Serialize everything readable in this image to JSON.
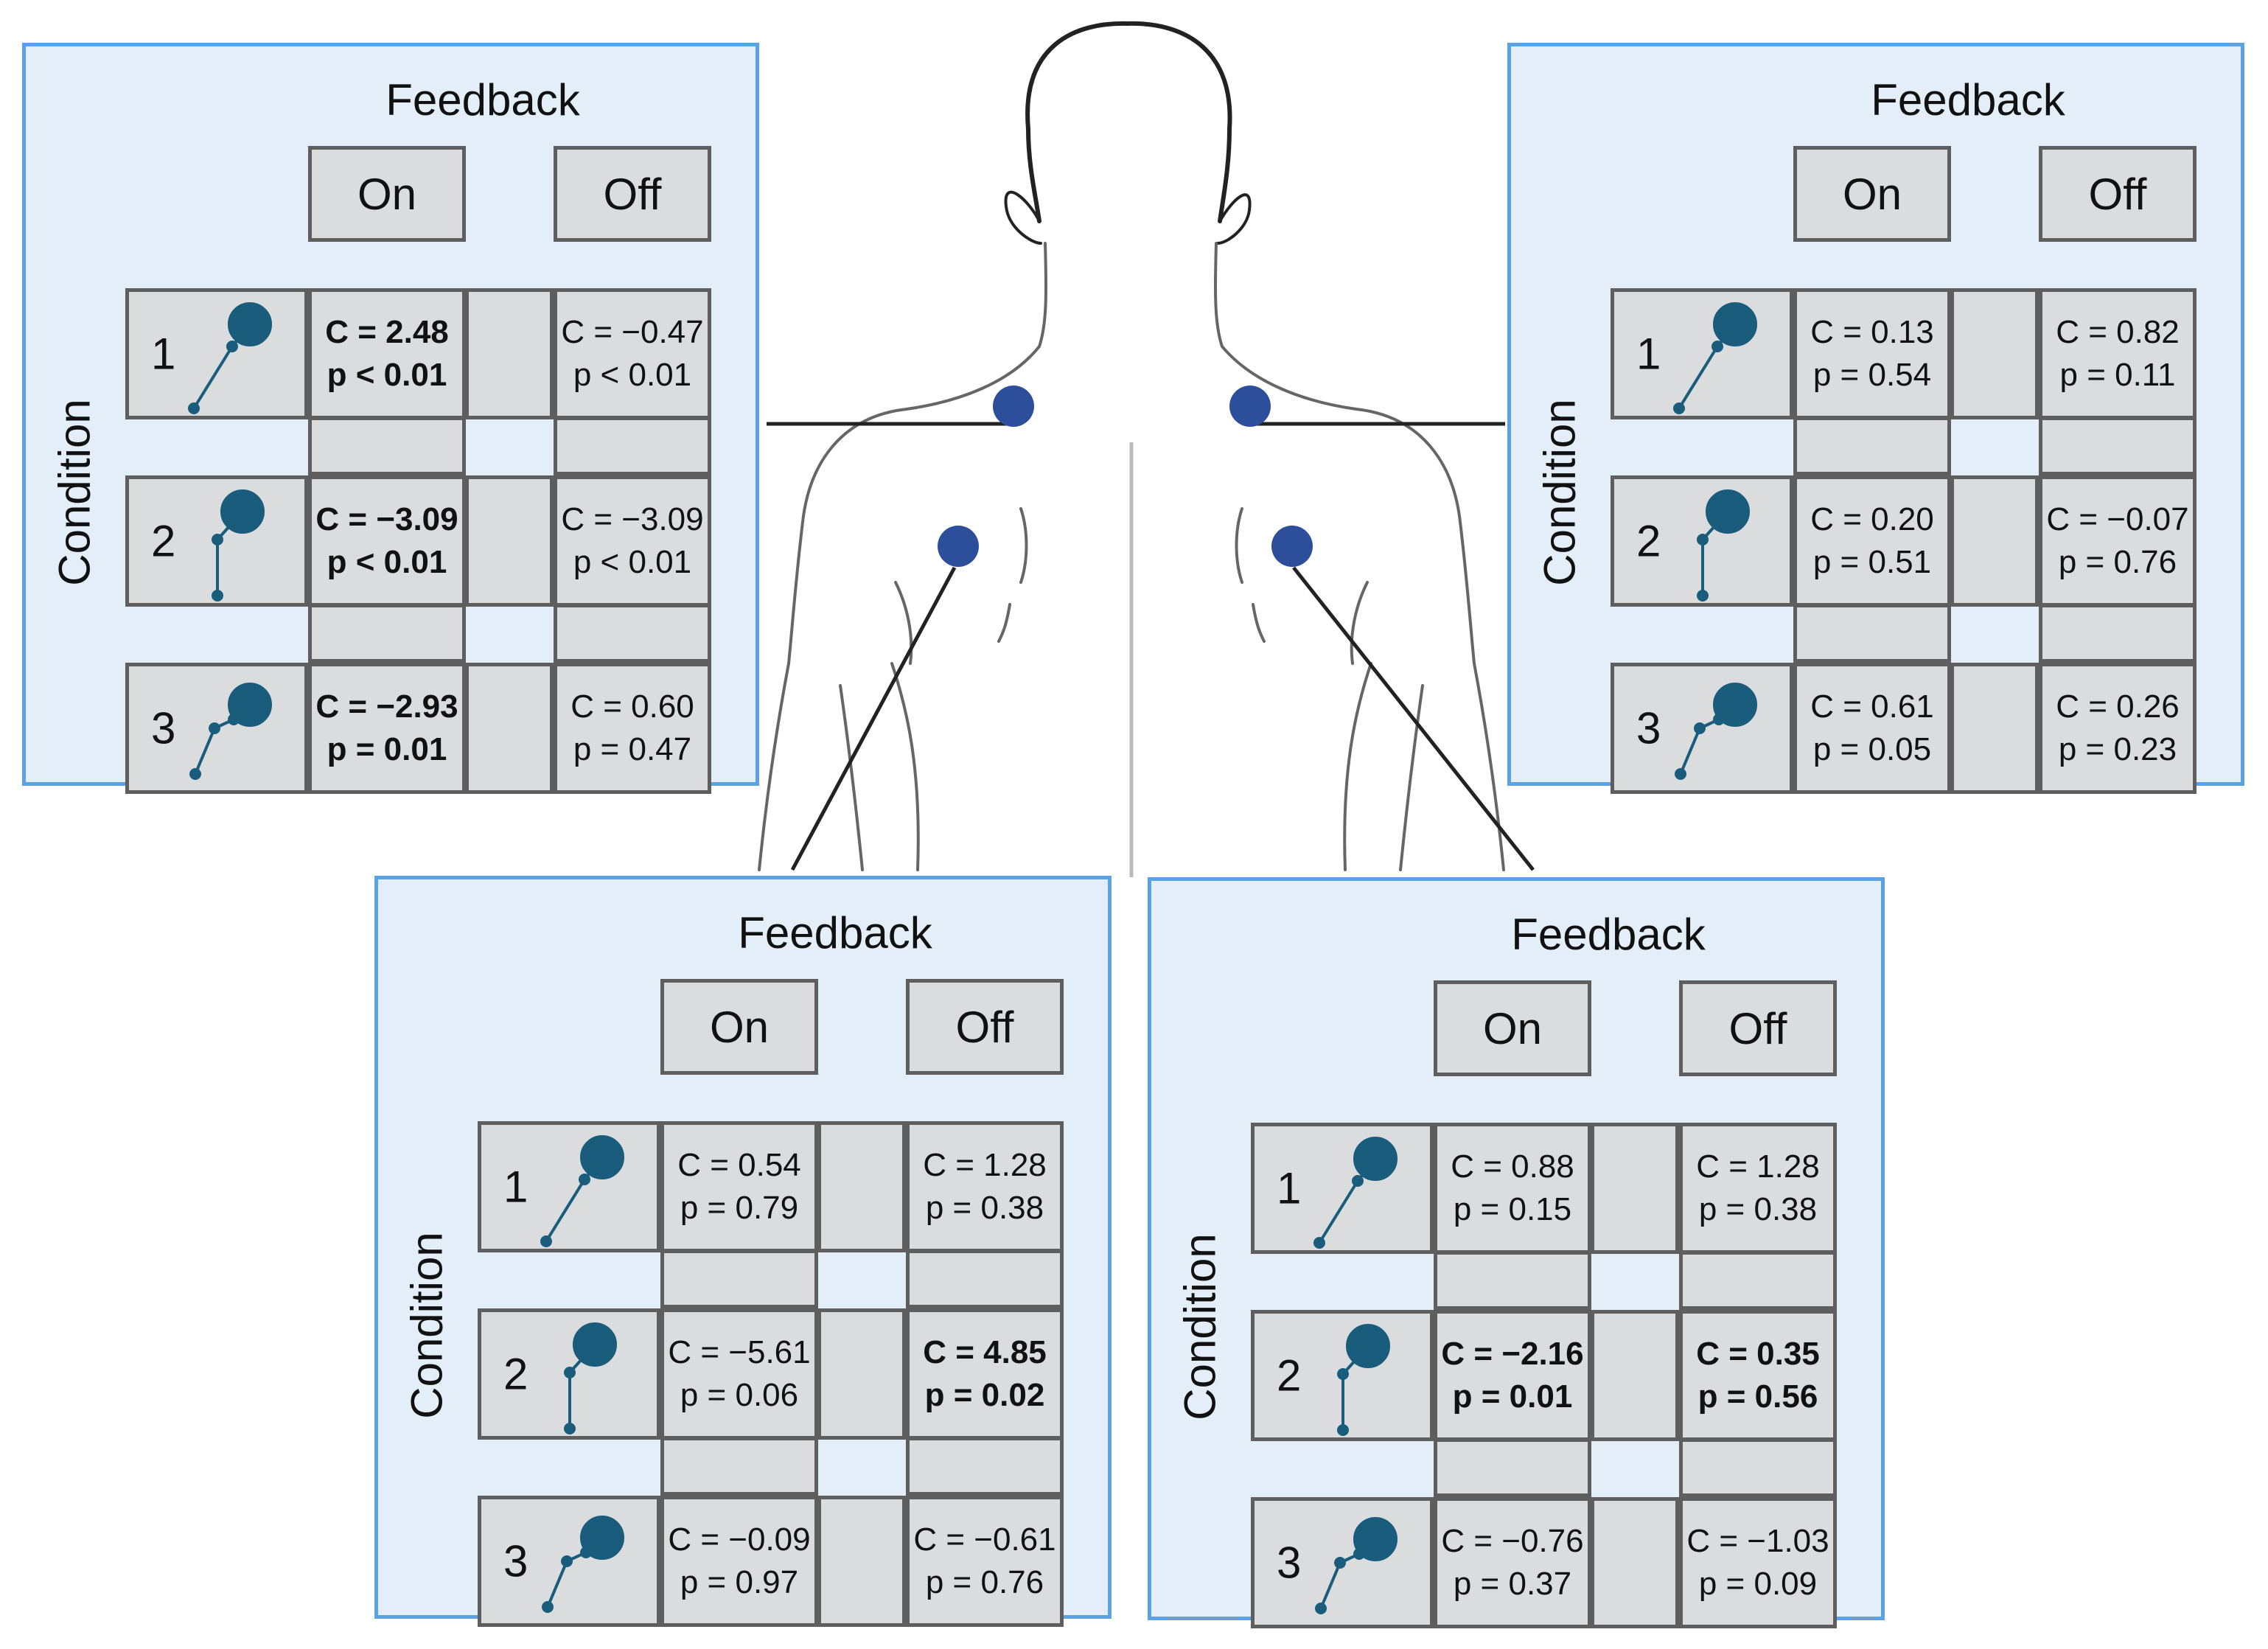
{
  "colors": {
    "panel_bg": "#e3eef9",
    "panel_border": "#5aa2e4",
    "cell_bg": "#dadcde",
    "cell_border": "#5e5e5e",
    "electrode": "#2d4e9a",
    "glyph": "#1a5c7c"
  },
  "figure": {
    "icon": "human-back-silhouette"
  },
  "panels": [
    {
      "feedback_title": "Feedback",
      "condition_label": "Condition",
      "columns": [
        "On",
        "Off"
      ],
      "rows": [
        {
          "num": "1",
          "glyph": "diagonal-arm",
          "on": {
            "c": "C = 2.48",
            "p": "p < 0.01",
            "bold": true
          },
          "off": {
            "c": "C = −0.47",
            "p": "p < 0.01",
            "bold": false
          }
        },
        {
          "num": "2",
          "glyph": "vertical-arm",
          "on": {
            "c": "C = −3.09",
            "p": "p < 0.01",
            "bold": true
          },
          "off": {
            "c": "C = −3.09",
            "p": "p < 0.01",
            "bold": false
          }
        },
        {
          "num": "3",
          "glyph": "bent-arm",
          "on": {
            "c": "C = −2.93",
            "p": "p = 0.01",
            "bold": true
          },
          "off": {
            "c": "C = 0.60",
            "p": "p = 0.47",
            "bold": false
          }
        }
      ]
    },
    {
      "feedback_title": "Feedback",
      "condition_label": "Condition",
      "columns": [
        "On",
        "Off"
      ],
      "rows": [
        {
          "num": "1",
          "glyph": "diagonal-arm",
          "on": {
            "c": "C = 0.13",
            "p": "p = 0.54",
            "bold": false
          },
          "off": {
            "c": "C = 0.82",
            "p": "p = 0.11",
            "bold": false
          }
        },
        {
          "num": "2",
          "glyph": "vertical-arm",
          "on": {
            "c": "C = 0.20",
            "p": "p = 0.51",
            "bold": false
          },
          "off": {
            "c": "C = −0.07",
            "p": "p = 0.76",
            "bold": false
          }
        },
        {
          "num": "3",
          "glyph": "bent-arm",
          "on": {
            "c": "C = 0.61",
            "p": "p = 0.05",
            "bold": false
          },
          "off": {
            "c": "C = 0.26",
            "p": "p = 0.23",
            "bold": false
          }
        }
      ]
    },
    {
      "feedback_title": "Feedback",
      "condition_label": "Condition",
      "columns": [
        "On",
        "Off"
      ],
      "rows": [
        {
          "num": "1",
          "glyph": "diagonal-arm",
          "on": {
            "c": "C = 0.54",
            "p": "p = 0.79",
            "bold": false
          },
          "off": {
            "c": "C = 1.28",
            "p": "p = 0.38",
            "bold": false
          }
        },
        {
          "num": "2",
          "glyph": "vertical-arm",
          "on": {
            "c": "C = −5.61",
            "p": "p = 0.06",
            "bold": false
          },
          "off": {
            "c": "C = 4.85",
            "p": "p = 0.02",
            "bold": true
          }
        },
        {
          "num": "3",
          "glyph": "bent-arm",
          "on": {
            "c": "C = −0.09",
            "p": "p = 0.97",
            "bold": false
          },
          "off": {
            "c": "C = −0.61",
            "p": "p = 0.76",
            "bold": false
          }
        }
      ]
    },
    {
      "feedback_title": "Feedback",
      "condition_label": "Condition",
      "columns": [
        "On",
        "Off"
      ],
      "rows": [
        {
          "num": "1",
          "glyph": "diagonal-arm",
          "on": {
            "c": "C = 0.88",
            "p": "p = 0.15",
            "bold": false
          },
          "off": {
            "c": "C = 1.28",
            "p": "p = 0.38",
            "bold": false
          }
        },
        {
          "num": "2",
          "glyph": "vertical-arm",
          "on": {
            "c": "C = −2.16",
            "p": "p = 0.01",
            "bold": true
          },
          "off": {
            "c": "C = 0.35",
            "p": "p = 0.56",
            "bold": true
          }
        },
        {
          "num": "3",
          "glyph": "bent-arm",
          "on": {
            "c": "C = −0.76",
            "p": "p = 0.37",
            "bold": false
          },
          "off": {
            "c": "C = −1.03",
            "p": "p = 0.09",
            "bold": false
          }
        }
      ]
    }
  ]
}
